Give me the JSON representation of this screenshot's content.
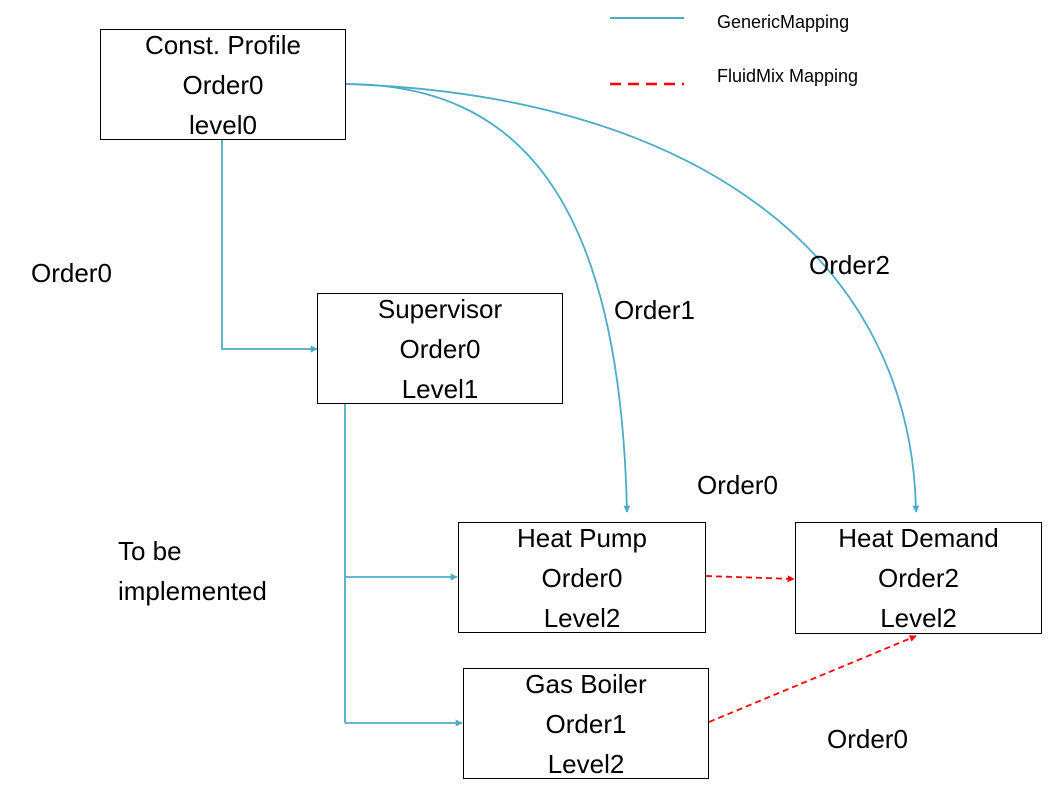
{
  "colors": {
    "generic_edge": "#4BACC6",
    "fluidmix_edge": "#FF0000",
    "node_border": "#000000",
    "text": "#000000"
  },
  "legend": {
    "generic": "GenericMapping",
    "fluidmix": "FluidMix Mapping"
  },
  "nodes": {
    "const_profile": {
      "name": "Const. Profile",
      "order": "Order0",
      "level": "level0"
    },
    "supervisor": {
      "name": "Supervisor",
      "order": "Order0",
      "level": "Level1"
    },
    "heat_pump": {
      "name": "Heat Pump",
      "order": "Order0",
      "level": "Level2"
    },
    "gas_boiler": {
      "name": "Gas Boiler",
      "order": "Order1",
      "level": "Level2"
    },
    "heat_demand": {
      "name": "Heat Demand",
      "order": "Order2",
      "level": "Level2"
    }
  },
  "edge_labels": {
    "const_to_supervisor": "Order0",
    "const_to_heat_pump": "Order1",
    "const_to_heat_demand": "Order2",
    "heat_pump_to_heat_demand": "Order0",
    "gas_boiler_to_heat_demand": "Order0"
  },
  "notes": {
    "to_be_line1": "To be",
    "to_be_line2": "implemented"
  }
}
